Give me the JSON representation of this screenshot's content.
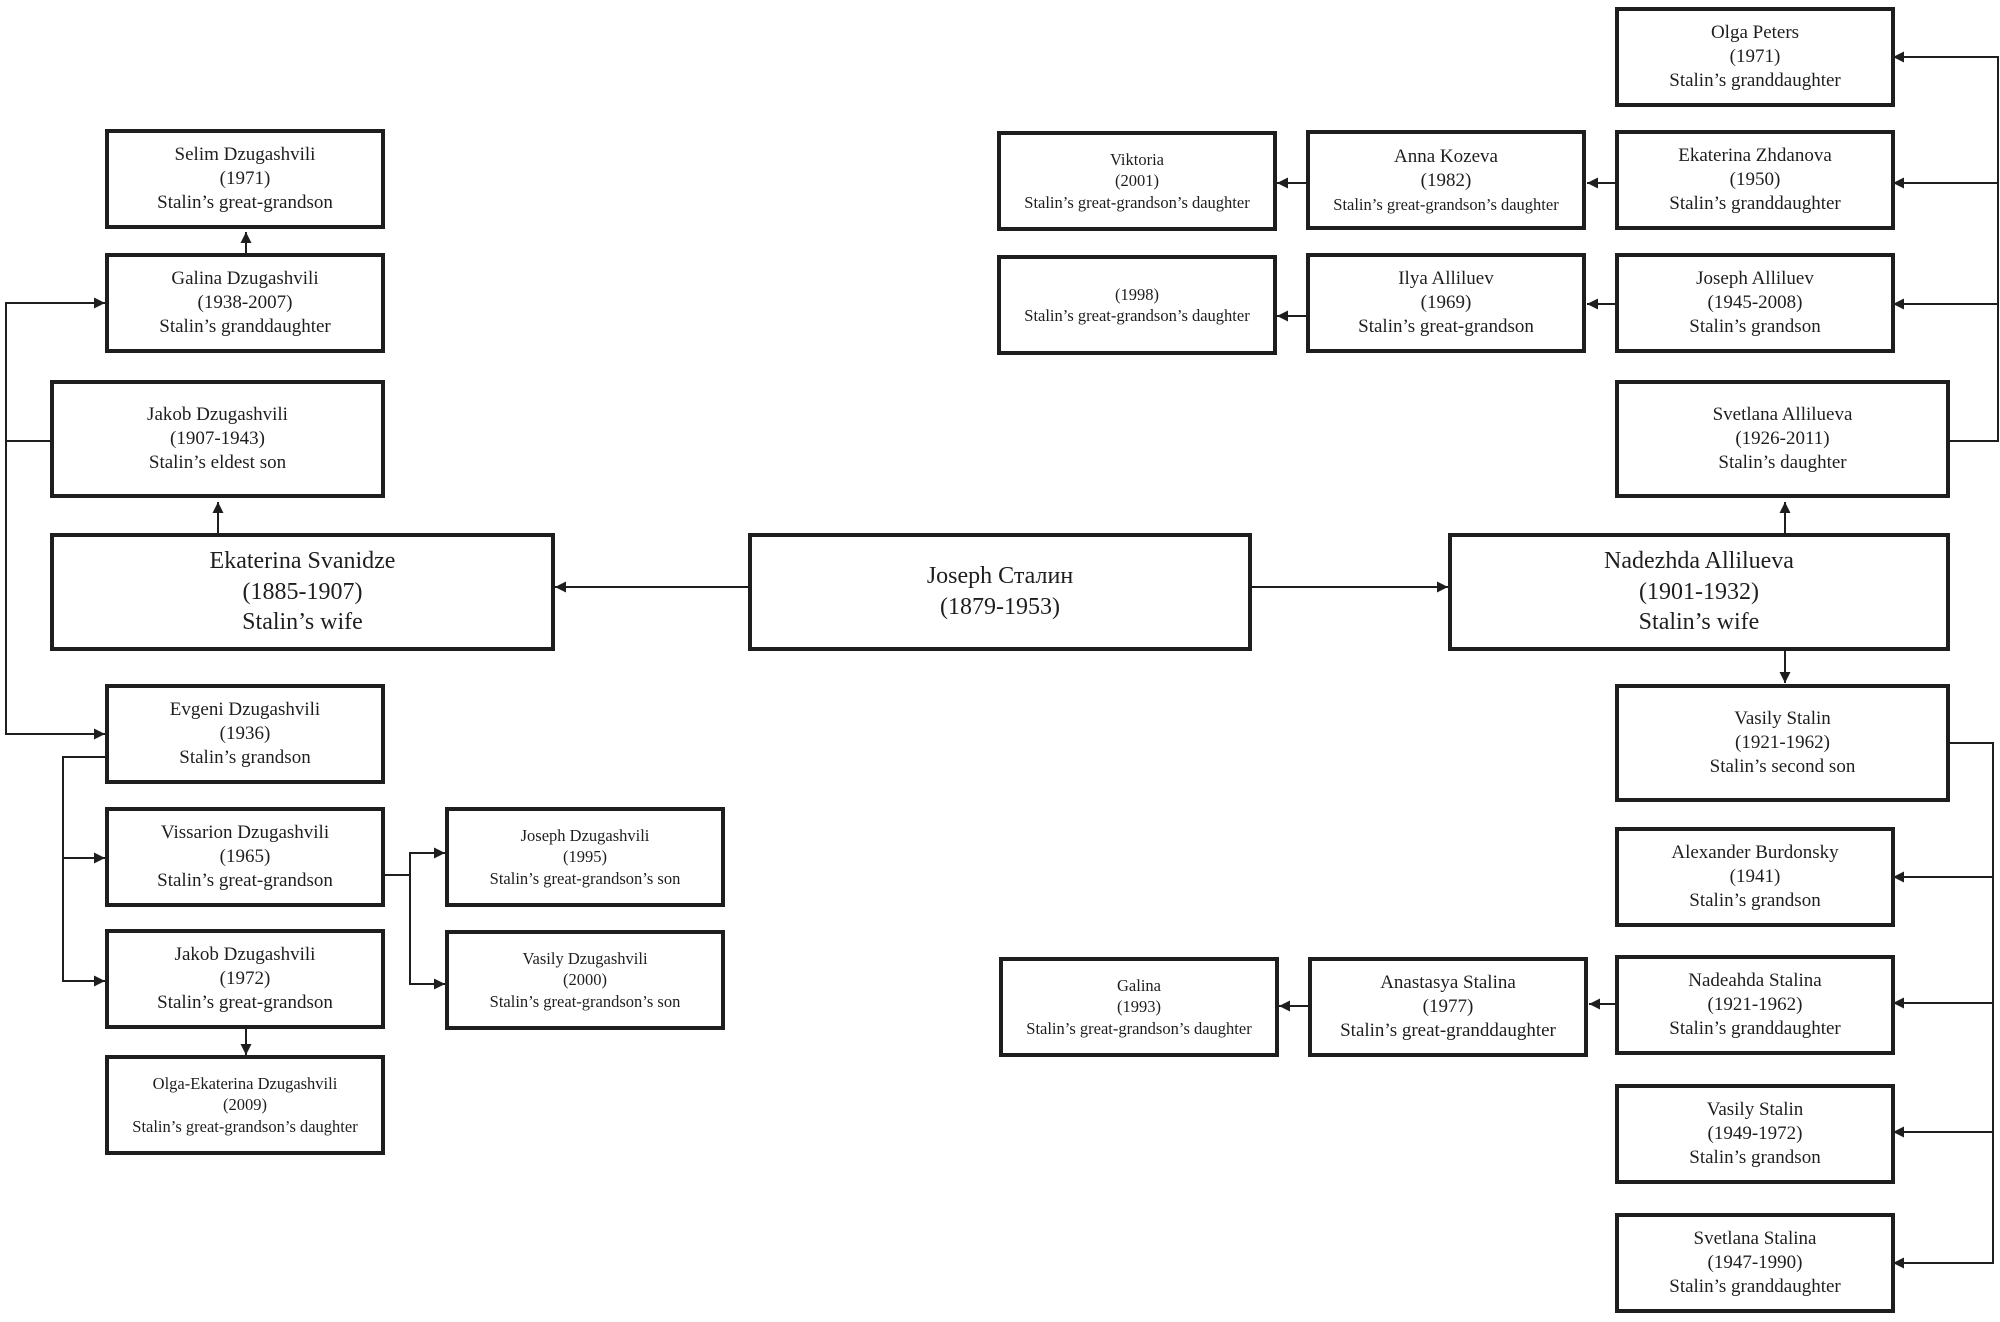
{
  "people": {
    "joseph": {
      "name": "Joseph Сталин",
      "years": "(1879-1953)"
    },
    "ekaterina_svanidze": {
      "name": "Ekaterina Svanidze",
      "years": "(1885-1907)",
      "role": "Stalin’s wife"
    },
    "jakob_dz_1907": {
      "name": "Jakob Dzugashvili",
      "years": "(1907-1943)",
      "role": "Stalin’s eldest son"
    },
    "galina_dz": {
      "name": "Galina Dzugashvili",
      "years": "(1938-2007)",
      "role": "Stalin’s granddaughter"
    },
    "selim_dz": {
      "name": "Selim Dzugashvili",
      "years": "(1971)",
      "role": "Stalin’s great-grandson"
    },
    "evgeni_dz": {
      "name": "Evgeni Dzugashvili",
      "years": "(1936)",
      "role": "Stalin’s grandson"
    },
    "vissarion_dz": {
      "name": "Vissarion Dzugashvili",
      "years": "(1965)",
      "role": "Stalin’s great-grandson"
    },
    "jakob_dz_1972": {
      "name": "Jakob Dzugashvili",
      "years": "(1972)",
      "role": "Stalin’s great-grandson"
    },
    "olga_ekaterina_dz": {
      "name": "Olga-Ekaterina Dzugashvili",
      "years": "(2009)",
      "role": "Stalin’s great-grandson’s daughter"
    },
    "joseph_dz": {
      "name": "Joseph Dzugashvili",
      "years": "(1995)",
      "role": "Stalin’s great-grandson’s son"
    },
    "vasily_dz": {
      "name": "Vasily Dzugashvili",
      "years": "(2000)",
      "role": "Stalin’s great-grandson’s son"
    },
    "nadezhda_alliluyeva": {
      "name": "Nadezhda Allilueva",
      "years": "(1901-1932)",
      "role": "Stalin’s wife"
    },
    "svetlana_allilueva": {
      "name": "Svetlana Allilueva",
      "years": "(1926-2011)",
      "role": "Stalin’s daughter"
    },
    "olga_peters": {
      "name": "Olga Peters",
      "years": "(1971)",
      "role": "Stalin’s granddaughter"
    },
    "ekaterina_zhdanova": {
      "name": "Ekaterina Zhdanova",
      "years": "(1950)",
      "role": "Stalin’s granddaughter"
    },
    "joseph_alliluev": {
      "name": "Joseph Alliluev",
      "years": "(1945-2008)",
      "role": "Stalin’s grandson"
    },
    "anna_kozeva": {
      "name": "Anna Kozeva",
      "years": "(1982)",
      "role": "Stalin’s great-grandson’s daughter"
    },
    "viktoria": {
      "name": "Viktoria",
      "years": "(2001)",
      "role": "Stalin’s great-grandson’s daughter"
    },
    "ilya_alliluev": {
      "name": "Ilya Alliluev",
      "years": "(1969)",
      "role": "Stalin’s great-grandson"
    },
    "unnamed_1998": {
      "years": "(1998)",
      "role": "Stalin’s great-grandson’s daughter"
    },
    "vasily_stalin_1921": {
      "name": "Vasily Stalin",
      "years": "(1921-1962)",
      "role": "Stalin’s second son"
    },
    "alexander_burdonsky": {
      "name": "Alexander Burdonsky",
      "years": "(1941)",
      "role": "Stalin’s grandson"
    },
    "nadeahda_stalina": {
      "name": "Nadeahda Stalina",
      "years": "(1921-1962)",
      "role": "Stalin’s granddaughter"
    },
    "anastasya_stalina": {
      "name": "Anastasya Stalina",
      "years": "(1977)",
      "role": "Stalin’s great-granddaughter"
    },
    "galina_1993": {
      "name": "Galina",
      "years": "(1993)",
      "role": "Stalin’s great-grandson’s daughter"
    },
    "vasily_stalin_1949": {
      "name": "Vasily Stalin",
      "years": "(1949-1972)",
      "role": "Stalin’s grandson"
    },
    "svetlana_stalina": {
      "name": "Svetlana Stalina",
      "years": "(1947-1990)",
      "role": "Stalin’s granddaughter"
    }
  },
  "colors": {
    "line": "#1e1e1e",
    "background": "#ffffff"
  }
}
